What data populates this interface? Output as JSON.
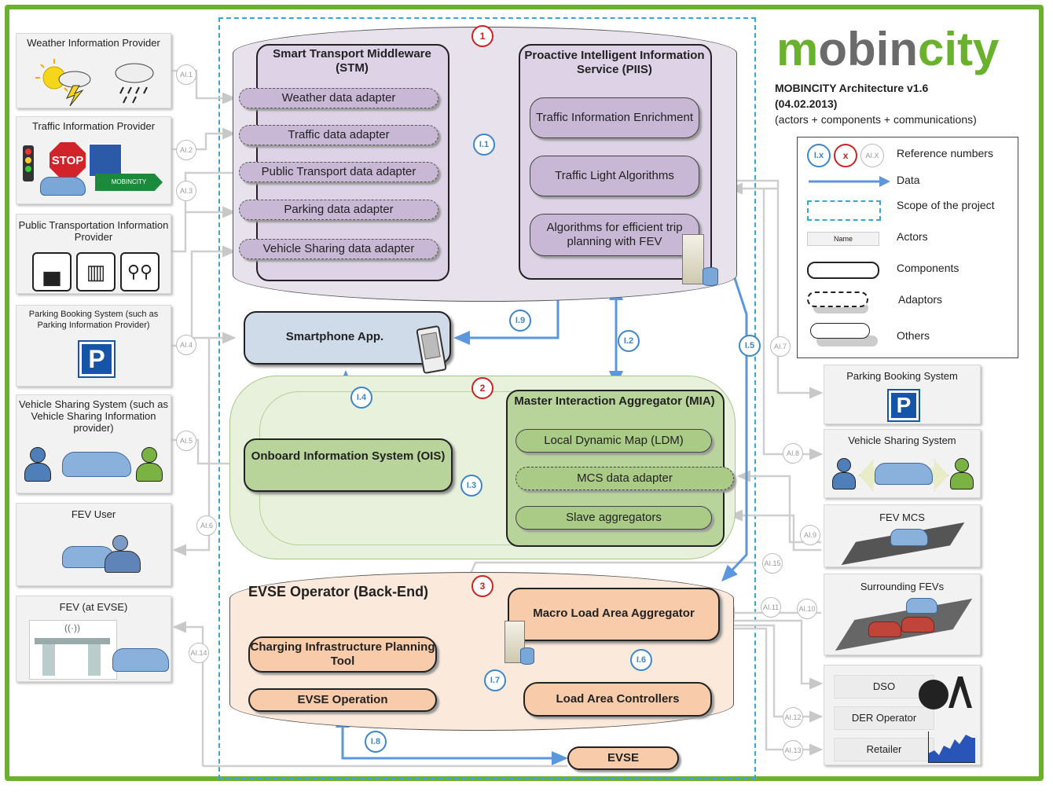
{
  "logo": {
    "text_prefix": "m",
    "text_mid": "obin",
    "text_suffix": "city"
  },
  "header": {
    "title": "MOBINCITY Architecture v1.6",
    "date": "(04.02.2013)",
    "subtitle": "(actors + components + communications)"
  },
  "left_actors": {
    "weather": "Weather Information Provider",
    "traffic": "Traffic Information Provider",
    "traffic_sign": "MOBINCITY",
    "public_transport": "Public Transportation Information Provider",
    "parking": "Parking Booking System (such as Parking Information Provider)",
    "vehicle_sharing": "Vehicle Sharing System (such as Vehicle Sharing Information provider)",
    "fev_user": "FEV User",
    "fev_evse": "FEV (at EVSE)"
  },
  "right_actors": {
    "parking_booking": "Parking Booking System",
    "vehicle_sharing": "Vehicle Sharing System",
    "fev_mcs": "FEV MCS",
    "surrounding_fevs": "Surrounding FEVs",
    "dso": "DSO",
    "der_operator": "DER Operator",
    "retailer": "Retailer"
  },
  "stm": {
    "title": "Smart Transport Middleware (STM)",
    "adapters": [
      "Weather data adapter",
      "Traffic data adapter",
      "Public Transport data adapter",
      "Parking data adapter",
      "Vehicle Sharing data adapter"
    ]
  },
  "piis": {
    "title": "Proactive Intelligent Information Service (PIIS)",
    "items": [
      "Traffic Information Enrichment",
      "Traffic Light Algorithms",
      "Algorithms for efficient trip planning with FEV"
    ]
  },
  "smartphone": {
    "label": "Smartphone App."
  },
  "ois": {
    "label": "Onboard Information System (OIS)"
  },
  "mia": {
    "title": "Master Interaction Aggregator (MIA)",
    "items": [
      "Local Dynamic Map (LDM)",
      "MCS data adapter",
      "Slave aggregators"
    ]
  },
  "evse_backend": {
    "title": "EVSE Operator (Back-End)",
    "macro": "Macro Load Area Aggregator",
    "charging": "Charging Infrastructure Planning Tool",
    "operation": "EVSE Operation",
    "controllers": "Load Area Controllers",
    "evse": "EVSE"
  },
  "zones": [
    "1",
    "2",
    "3"
  ],
  "internal_refs": [
    "I.1",
    "I.2",
    "I.3",
    "I.4",
    "I.5",
    "I.6",
    "I.7",
    "I.8",
    "I.9"
  ],
  "actor_refs": [
    "AI.1",
    "AI.2",
    "AI.3",
    "AI.4",
    "AI.5",
    "AI.6",
    "AI.7",
    "AI.8",
    "AI.9",
    "AI.10",
    "AI.11",
    "AI.12",
    "AI.13",
    "AI.14",
    "AI.15"
  ],
  "legend": {
    "ref_i": "I.x",
    "ref_x": "x",
    "ref_ai": "AI.X",
    "reference_numbers": "Reference numbers",
    "data": "Data",
    "scope": "Scope of the project",
    "name_sample": "Name",
    "actors": "Actors",
    "components": "Components",
    "adaptors": "Adaptors",
    "others": "Others"
  },
  "colors": {
    "frame": "#6ab22e",
    "data_arrow": "#6a9fdc",
    "stm_fill": "#ddd2e6",
    "mia_fill": "#b9d49a",
    "evse_fill": "#f8ccaa",
    "smartphone_fill": "#cfdbe9"
  }
}
